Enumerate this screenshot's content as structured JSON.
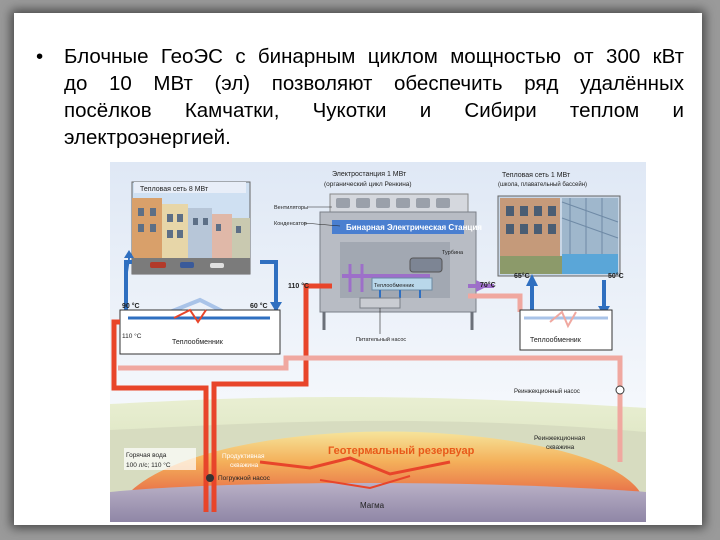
{
  "slide": {
    "bullet": "•",
    "lines": [
      [
        "Блочные",
        "ГеоЭС",
        "с",
        "бинарным",
        "циклом",
        "мощностью",
        "от",
        "300",
        "кВт"
      ],
      [
        "до",
        "10",
        "МВт",
        "(эл)",
        "позволяют",
        "обеспечить",
        "ряд",
        "удалённых"
      ],
      [
        "посёлков",
        "Камчатки,",
        "Чукотки",
        "и",
        "Сибири",
        "теплом",
        "и"
      ],
      [
        "электроэнергией."
      ]
    ]
  },
  "diagram": {
    "heat_net_left": "Тепловая сеть  8 МВт",
    "plant_title_1": "Электростанция  1 МВт",
    "plant_title_2": "(органический цикл Ренкина)",
    "heat_net_right_1": "Тепловая сеть   1 МВт",
    "heat_net_right_2": "(школа, плавательный бассейн)",
    "ventilators": "Вентиляторы",
    "condenser": "Конденсатор",
    "plant_banner": "Бинарная Электрическая Станция",
    "turbine": "Турбина",
    "hx_inner": "Теплообменник",
    "feed_pump": "Питательный насос",
    "temp_110_plant": "110 °C",
    "temp_70": "70°C",
    "temp_65": "65°C",
    "temp_50": "50°C",
    "temp_90": "90 °C",
    "temp_60": "60 °C",
    "temp_110_left": "110 °C",
    "hx_left": "Теплообменник",
    "hx_right": "Теплообменник",
    "reinjection_pump": "Реинжекционный насос",
    "hot_water_1": "Горячая вода",
    "hot_water_2": "100 л/с; 110 °C",
    "production_well_1": "Продуктивная",
    "production_well_2": "скважина",
    "submersible_pump": "Погружной насос",
    "reservoir": "Геотермальный резервуар",
    "reinjection_well_1": "Реинжекционная",
    "reinjection_well_2": "скважина",
    "magma": "Магма"
  },
  "colors": {
    "hot": "#e8452a",
    "warm": "#f0a8a0",
    "cold": "#2f6fc0",
    "cool": "#a9c3e8",
    "plant": "#b8bcc4",
    "banner": "#4a7fd0"
  }
}
